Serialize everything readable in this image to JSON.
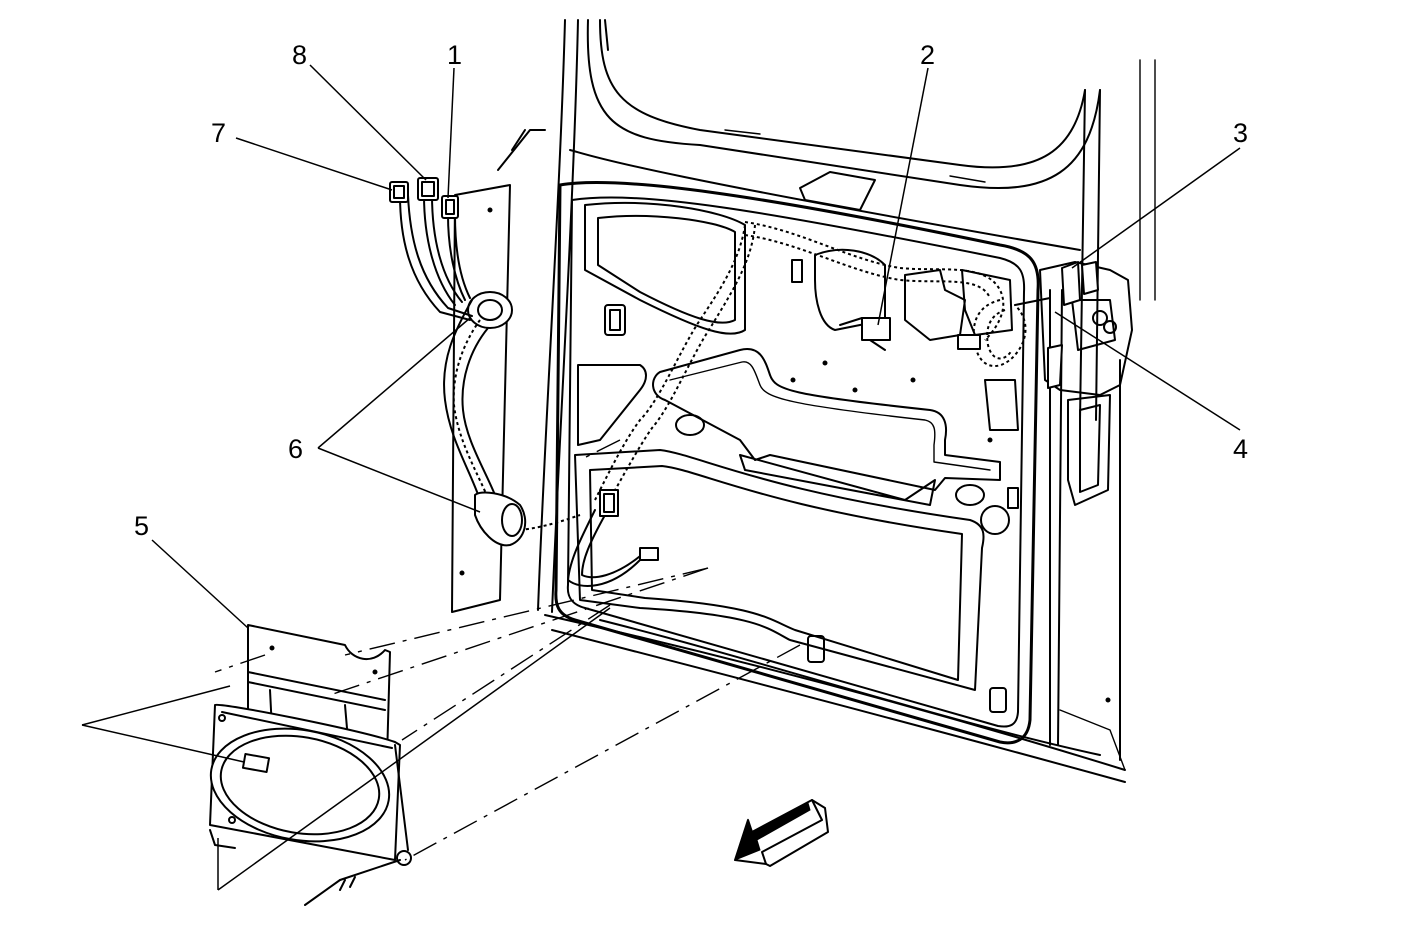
{
  "diagram": {
    "callouts": [
      {
        "id": "1",
        "label": "1"
      },
      {
        "id": "2",
        "label": "2"
      },
      {
        "id": "3",
        "label": "3"
      },
      {
        "id": "4",
        "label": "4"
      },
      {
        "id": "5",
        "label": "5"
      },
      {
        "id": "6",
        "label": "6"
      },
      {
        "id": "7",
        "label": "7"
      },
      {
        "id": "8",
        "label": "8"
      }
    ],
    "line_color": "#000000",
    "background_color": "#ffffff",
    "direction_indicator": "forward-arrow-icon"
  }
}
